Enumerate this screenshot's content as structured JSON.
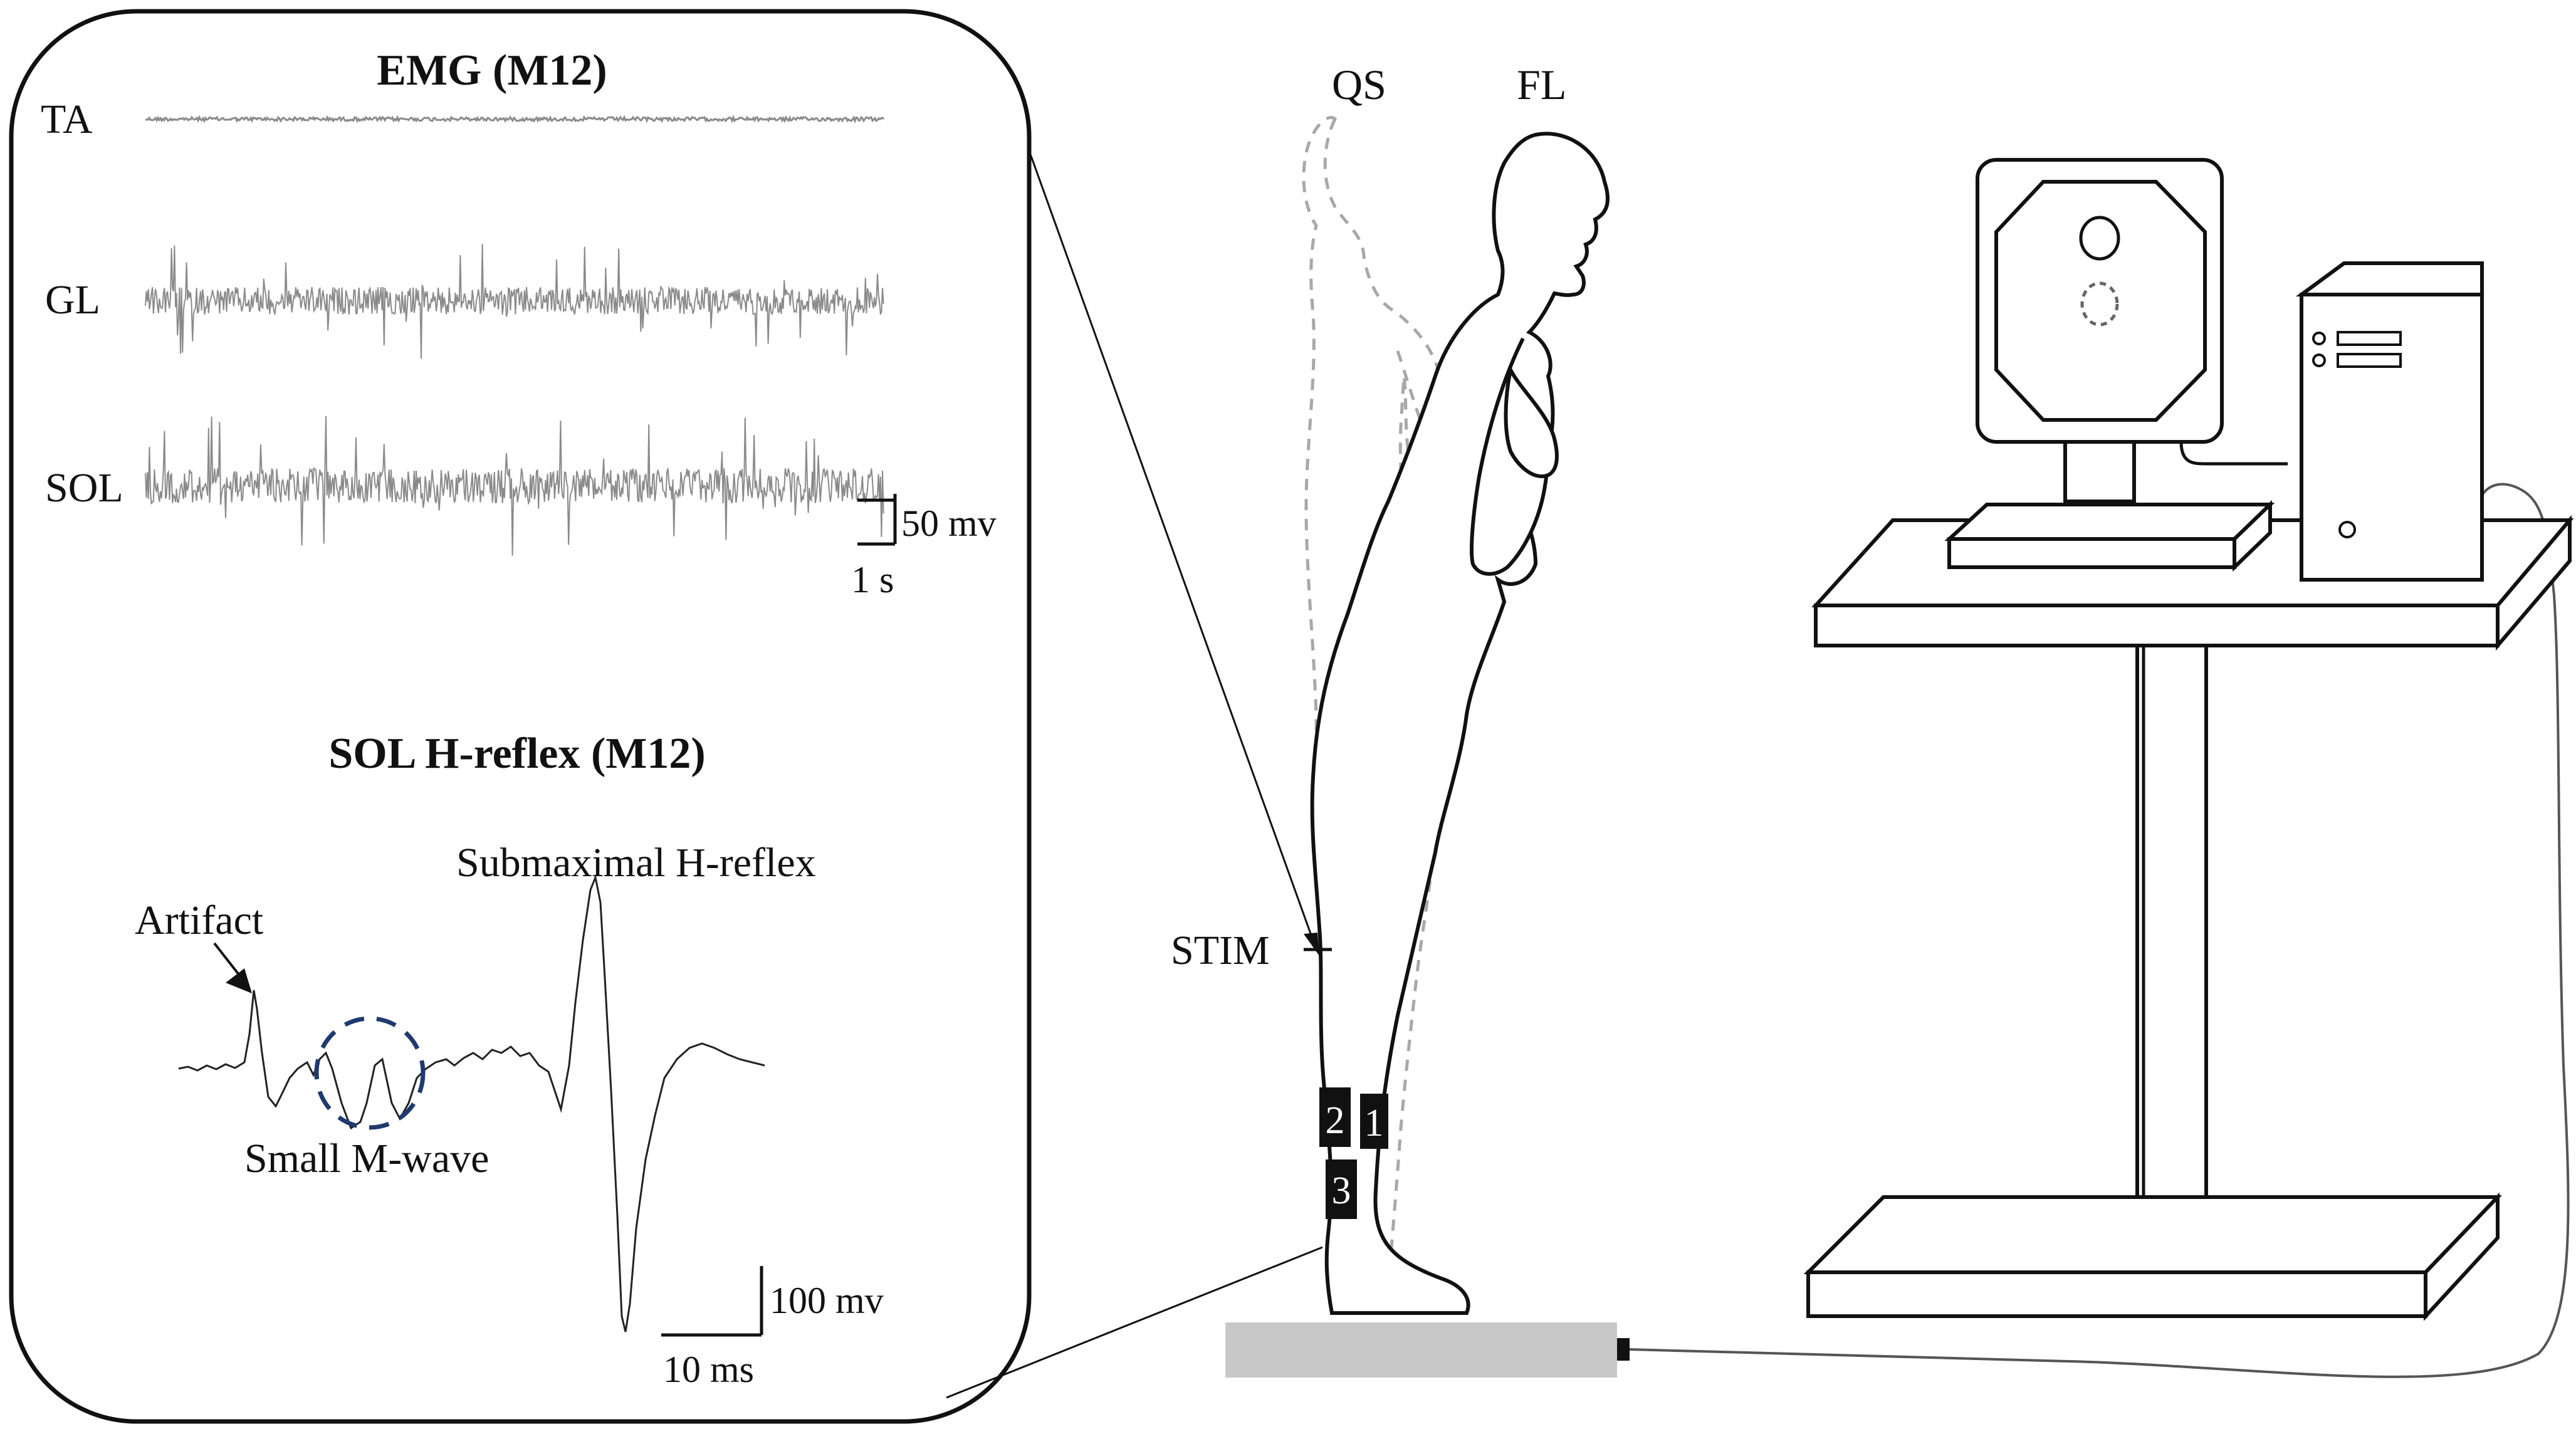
{
  "emg_panel": {
    "title": "EMG (M12)",
    "channels": [
      "TA",
      "GL",
      "SOL"
    ],
    "scale_amplitude": "50 mv",
    "scale_time": "1 s"
  },
  "hreflex_panel": {
    "title": "SOL H-reflex (M12)",
    "annotation_artifact": "Artifact",
    "annotation_hreflex": "Submaximal H-reflex",
    "annotation_mwave": "Small M-wave",
    "scale_amplitude": "100 mv",
    "scale_time": "10 ms"
  },
  "posture_labels": {
    "quiet_standing": "QS",
    "forward_lean": "FL",
    "stimulation": "STIM"
  },
  "electrodes": [
    "1",
    "2",
    "3"
  ],
  "colors": {
    "emg_trace": "#8a8a8a",
    "mwave_circle": "#1f3a6e",
    "force_plate": "#c8c8c8",
    "outline": "#111111",
    "ghost_outline": "#a8a8a8"
  }
}
